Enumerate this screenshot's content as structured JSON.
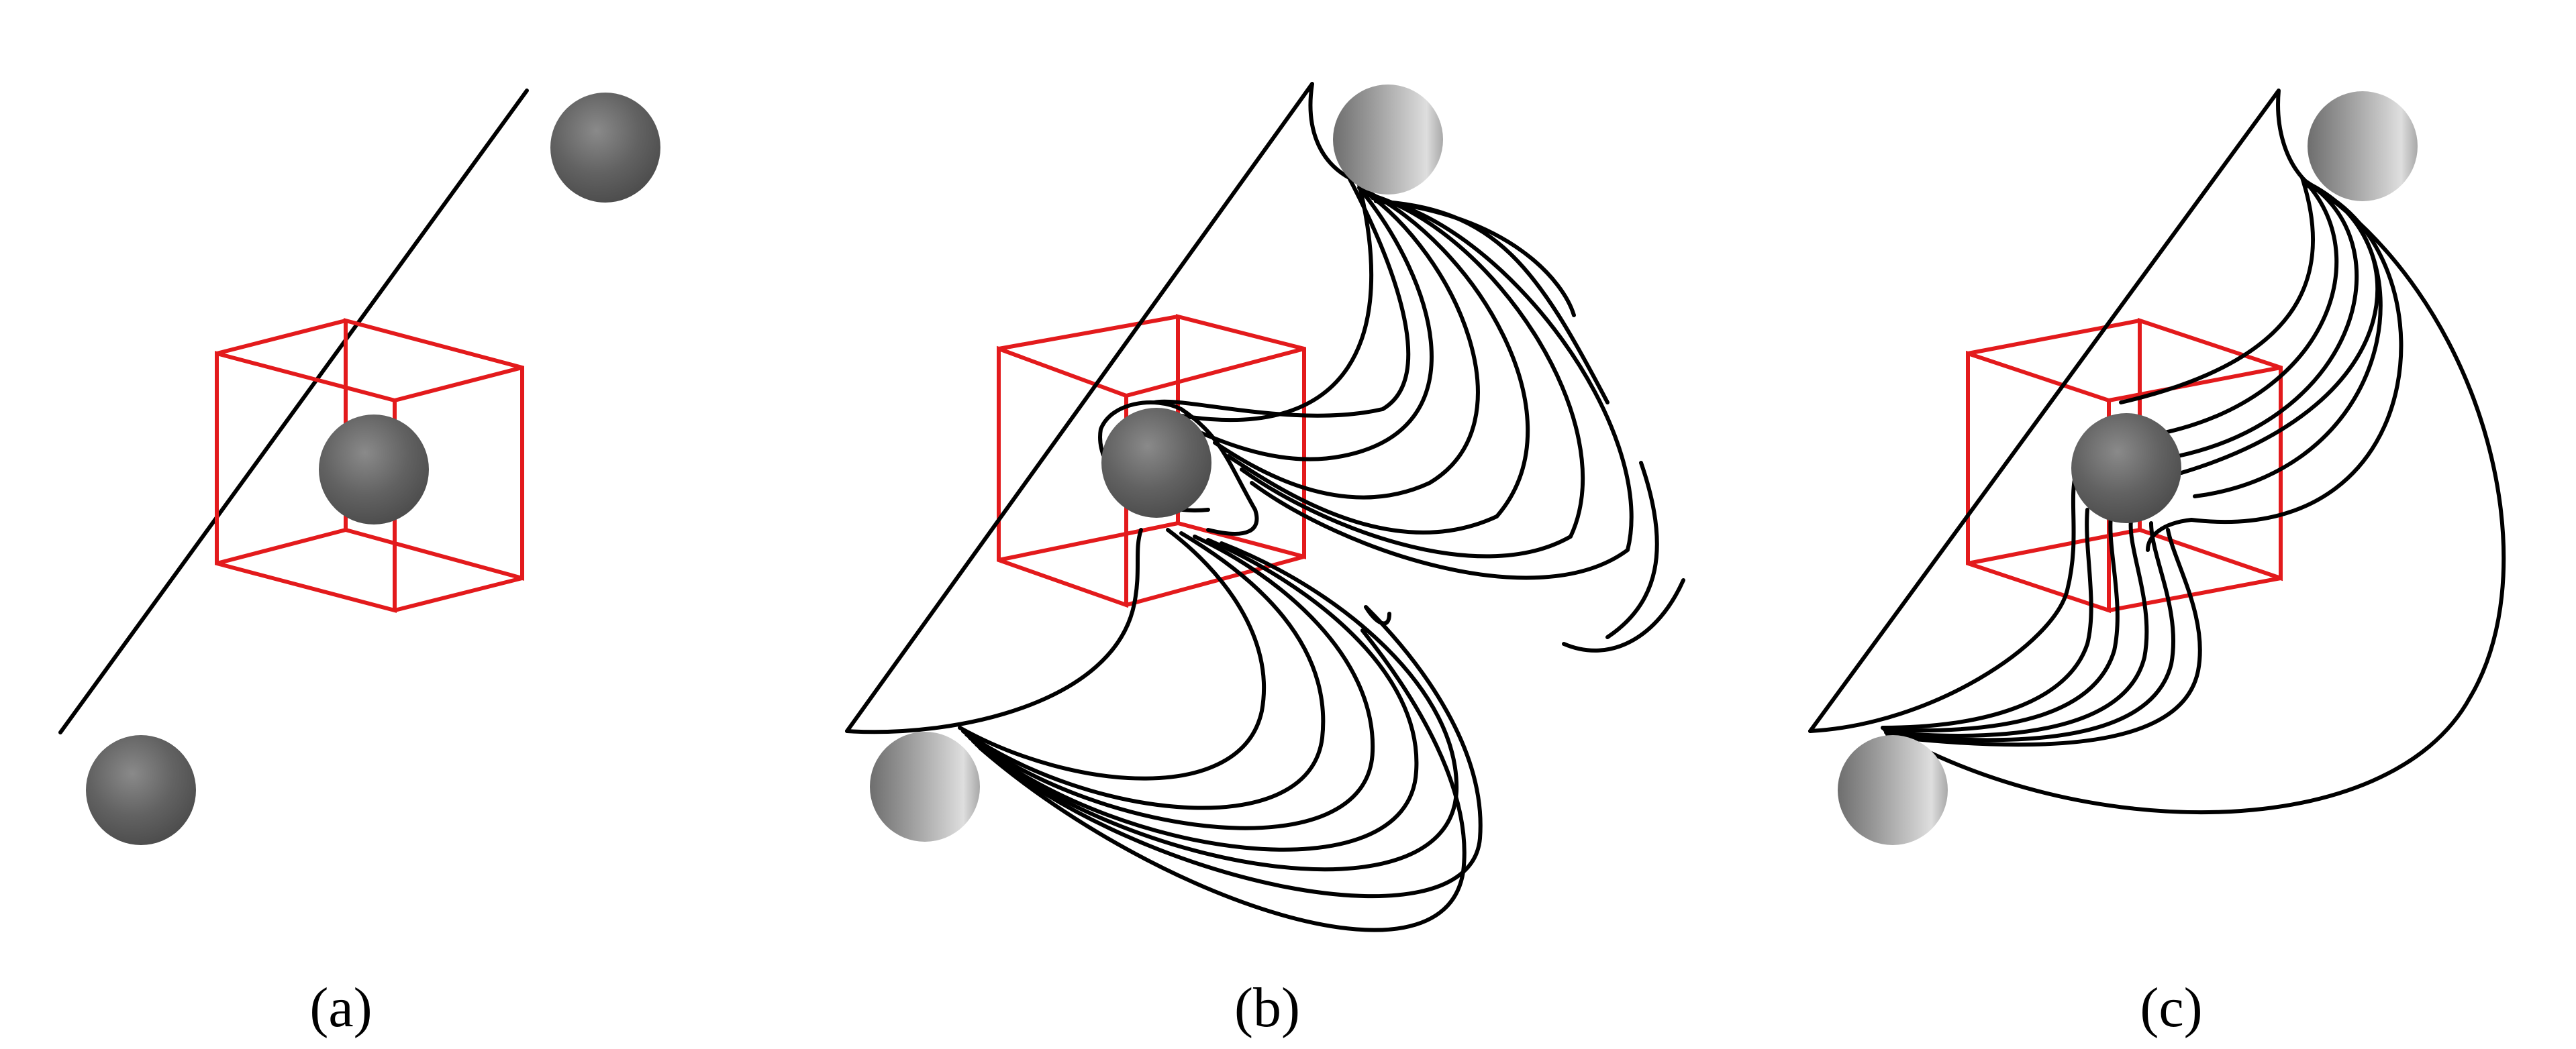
{
  "figure": {
    "panels": [
      {
        "id": "a",
        "label": "(a)"
      },
      {
        "id": "b",
        "label": "(b)"
      },
      {
        "id": "c",
        "label": "(c)"
      }
    ],
    "colors": {
      "cube": "#e31a1c",
      "curves": "#000000",
      "sphere_dark": "#5f5f5f",
      "sphere_light": "#c8c8c8",
      "background": "#ffffff"
    }
  }
}
